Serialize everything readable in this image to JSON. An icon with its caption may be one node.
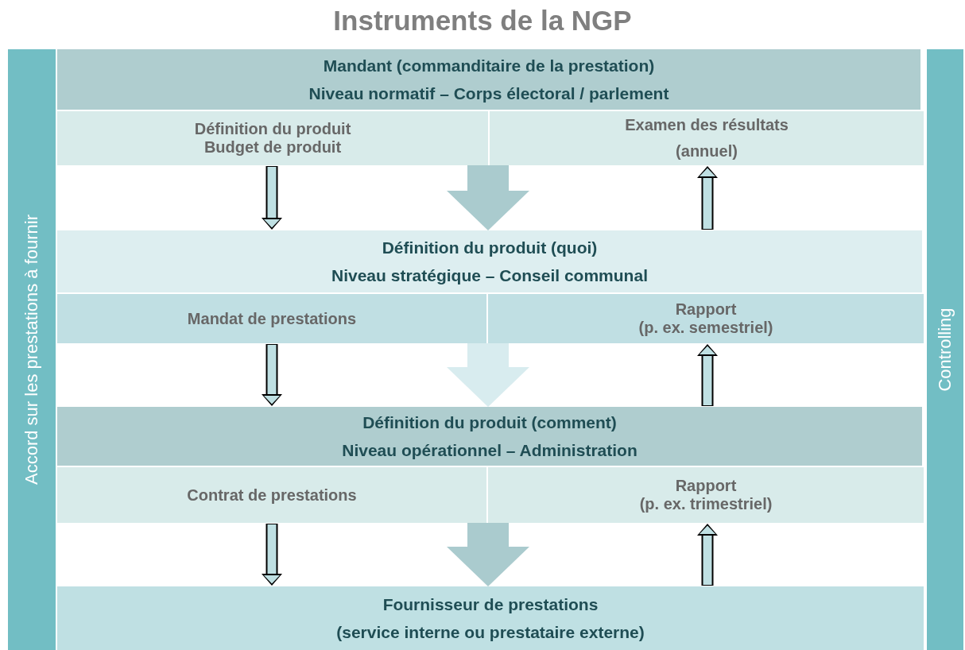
{
  "diagram": {
    "title": "Instruments de la NGP",
    "nodes": [
      {
        "text": [
          "Accord sur les prestations à fournir"
        ]
      },
      {
        "text": [
          "Mandant (commanditaire de la prestation)",
          "Niveau normatif – Corps électoral / parlement"
        ]
      },
      {
        "text": [
          "Définition du produit",
          "Budget de produit"
        ]
      },
      {
        "text": [
          "Examen des résultats",
          "(annuel)"
        ]
      },
      {
        "text": [
          "Définition du produit (quoi)",
          "Niveau stratégique – Conseil communal"
        ]
      },
      {
        "text": [
          "Mandat de prestations"
        ]
      },
      {
        "text": [
          "Rapport",
          "(p. ex. semestriel)"
        ]
      },
      {
        "text": [
          "Définition du produit (comment)",
          "Niveau opérationnel – Administration"
        ]
      },
      {
        "text": [
          "Contrat de prestations"
        ]
      },
      {
        "text": [
          "Rapport",
          "(p. ex. trimestriel)"
        ]
      },
      {
        "text": [
          "Fournisseur de prestations",
          "(service interne ou prestataire externe)"
        ]
      },
      {
        "text": [
          "Controlling"
        ]
      }
    ],
    "edges": [
      {
        "from": 2,
        "to": 4,
        "arrow": "to"
      },
      {
        "from": 4,
        "to": 3,
        "arrow": "to"
      },
      {
        "from": 2,
        "to": 4,
        "arrow": "to",
        "style": "thick",
        "color": "#aacbce"
      },
      {
        "from": 5,
        "to": 7,
        "arrow": "to"
      },
      {
        "from": 7,
        "to": 6,
        "arrow": "to"
      },
      {
        "from": 5,
        "to": 7,
        "arrow": "to",
        "style": "thick",
        "color": "#d8ecef"
      },
      {
        "from": 8,
        "to": 10,
        "arrow": "to"
      },
      {
        "from": 10,
        "to": 9,
        "arrow": "to"
      },
      {
        "from": 8,
        "to": 10,
        "arrow": "to",
        "style": "thick",
        "color": "#aacbce"
      }
    ]
  }
}
